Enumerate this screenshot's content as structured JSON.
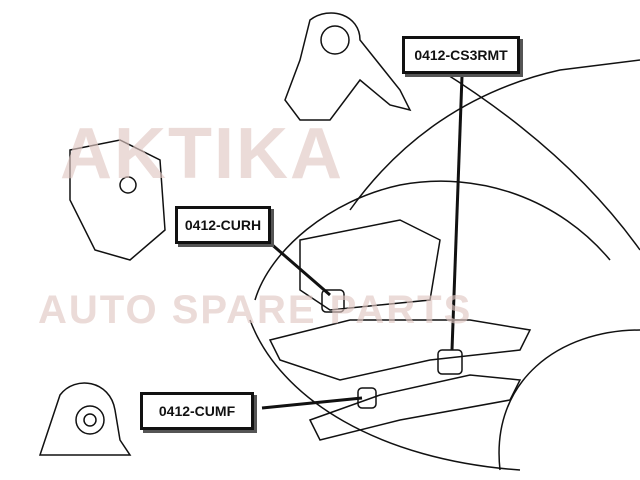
{
  "labels": {
    "cs3rmt": "0412-CS3RMT",
    "curh": "0412-CURH",
    "cumf": "0412-CUMF"
  },
  "watermark": {
    "brand": "AKTIKA",
    "tagline": "AUTO SPARE PARTS"
  },
  "colors": {
    "line": "#111111",
    "watermark": "#e1c8c3"
  }
}
